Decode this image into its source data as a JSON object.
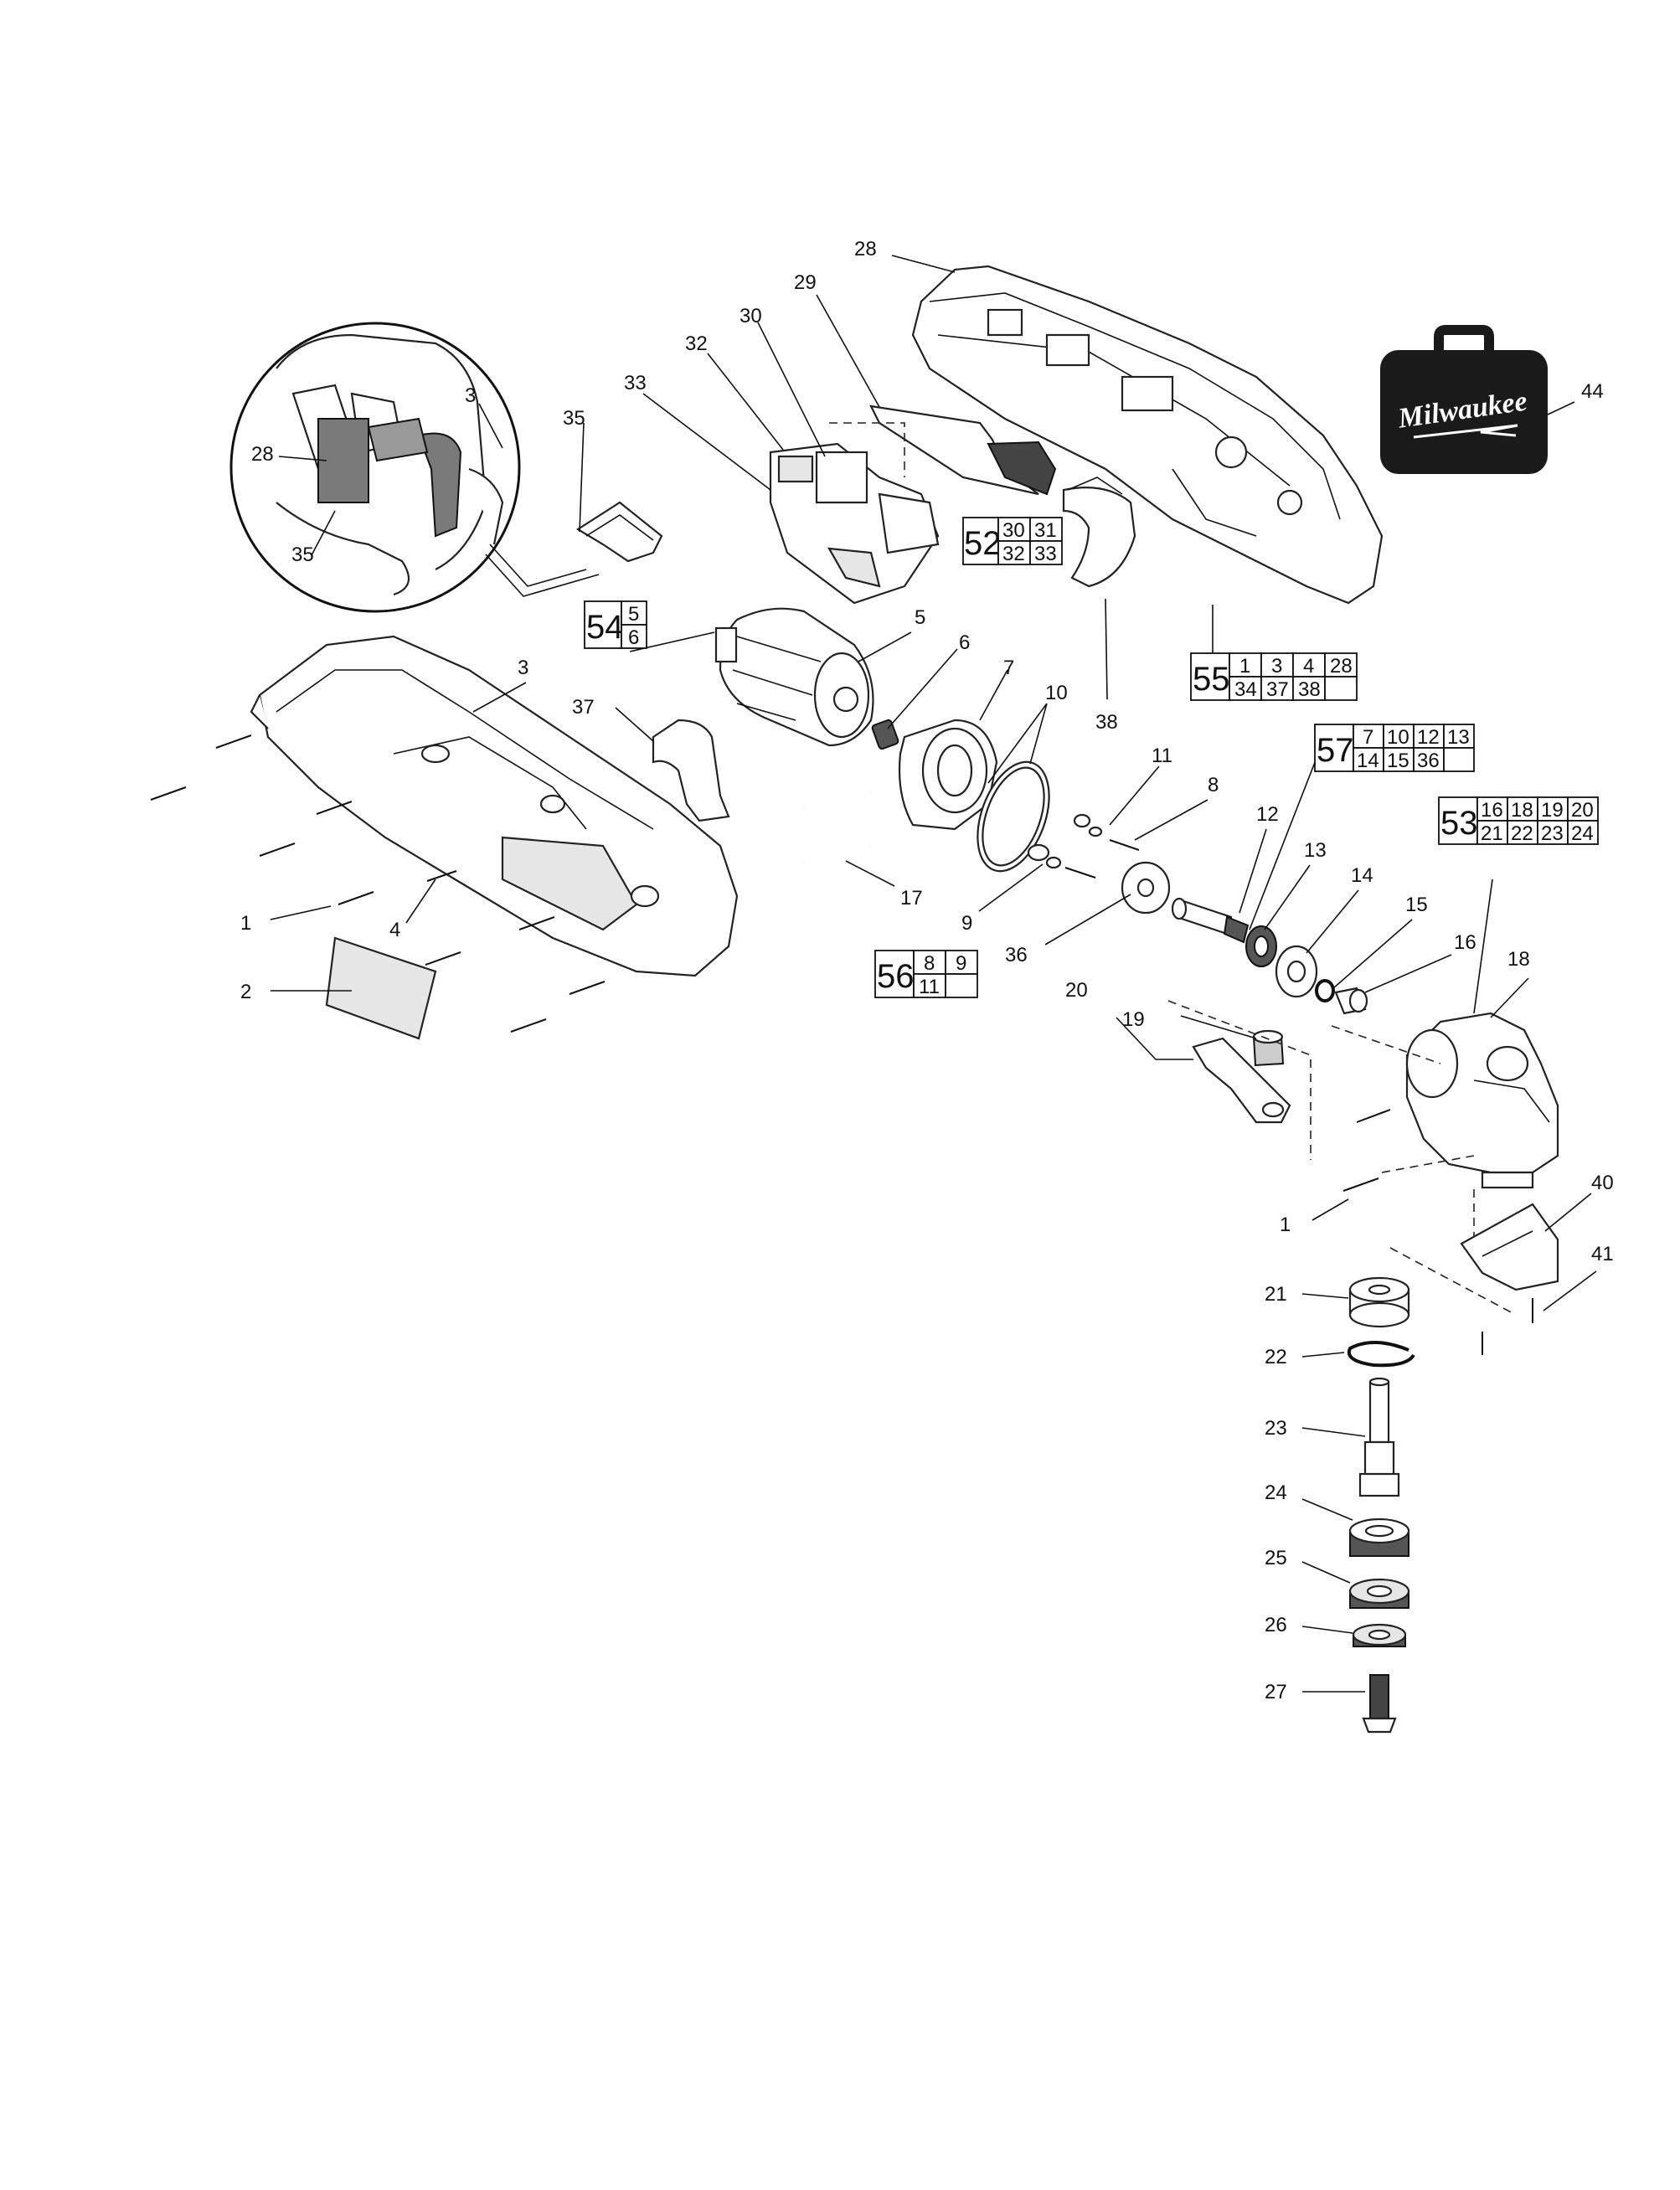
{
  "brand": {
    "logo_text": "Milwaukee",
    "case_color": "#1a1a1a",
    "logo_color": "#ffffff"
  },
  "part_labels": [
    {
      "id": "p28",
      "text": "28"
    },
    {
      "id": "p29",
      "text": "29"
    },
    {
      "id": "p30",
      "text": "30"
    },
    {
      "id": "p32",
      "text": "32"
    },
    {
      "id": "p33",
      "text": "33"
    },
    {
      "id": "p35",
      "text": "35"
    },
    {
      "id": "p3a",
      "text": "3"
    },
    {
      "id": "p28b",
      "text": "28"
    },
    {
      "id": "p35b",
      "text": "35"
    },
    {
      "id": "p44",
      "text": "44"
    },
    {
      "id": "p5",
      "text": "5"
    },
    {
      "id": "p6",
      "text": "6"
    },
    {
      "id": "p7",
      "text": "7"
    },
    {
      "id": "p10",
      "text": "10"
    },
    {
      "id": "p3b",
      "text": "3"
    },
    {
      "id": "p37",
      "text": "37"
    },
    {
      "id": "p38",
      "text": "38"
    },
    {
      "id": "p11",
      "text": "11"
    },
    {
      "id": "p8",
      "text": "8"
    },
    {
      "id": "p12",
      "text": "12"
    },
    {
      "id": "p13",
      "text": "13"
    },
    {
      "id": "p14",
      "text": "14"
    },
    {
      "id": "p15",
      "text": "15"
    },
    {
      "id": "p16",
      "text": "16"
    },
    {
      "id": "p17",
      "text": "17"
    },
    {
      "id": "p9",
      "text": "9"
    },
    {
      "id": "p36",
      "text": "36"
    },
    {
      "id": "p18",
      "text": "18"
    },
    {
      "id": "p19",
      "text": "19"
    },
    {
      "id": "p20",
      "text": "20"
    },
    {
      "id": "p1a",
      "text": "1"
    },
    {
      "id": "p4",
      "text": "4"
    },
    {
      "id": "p2",
      "text": "2"
    },
    {
      "id": "p1b",
      "text": "1"
    },
    {
      "id": "p40",
      "text": "40"
    },
    {
      "id": "p41",
      "text": "41"
    },
    {
      "id": "p21",
      "text": "21"
    },
    {
      "id": "p22",
      "text": "22"
    },
    {
      "id": "p23",
      "text": "23"
    },
    {
      "id": "p24",
      "text": "24"
    },
    {
      "id": "p25",
      "text": "25"
    },
    {
      "id": "p26",
      "text": "26"
    },
    {
      "id": "p27",
      "text": "27"
    }
  ],
  "kits": [
    {
      "id": "k52",
      "number": "52",
      "items": [
        "30",
        "31",
        "32",
        "33"
      ]
    },
    {
      "id": "k54",
      "number": "54",
      "items": [
        "5",
        "6"
      ]
    },
    {
      "id": "k55",
      "number": "55",
      "items": [
        "1",
        "3",
        "4",
        "28",
        "34",
        "37",
        "38",
        ""
      ]
    },
    {
      "id": "k57",
      "number": "57",
      "items": [
        "7",
        "10",
        "12",
        "13",
        "14",
        "15",
        "36",
        ""
      ]
    },
    {
      "id": "k53",
      "number": "53",
      "items": [
        "16",
        "18",
        "19",
        "20",
        "21",
        "22",
        "23",
        "24"
      ]
    },
    {
      "id": "k56",
      "number": "56",
      "items": [
        "8",
        "9",
        "11",
        ""
      ]
    }
  ]
}
